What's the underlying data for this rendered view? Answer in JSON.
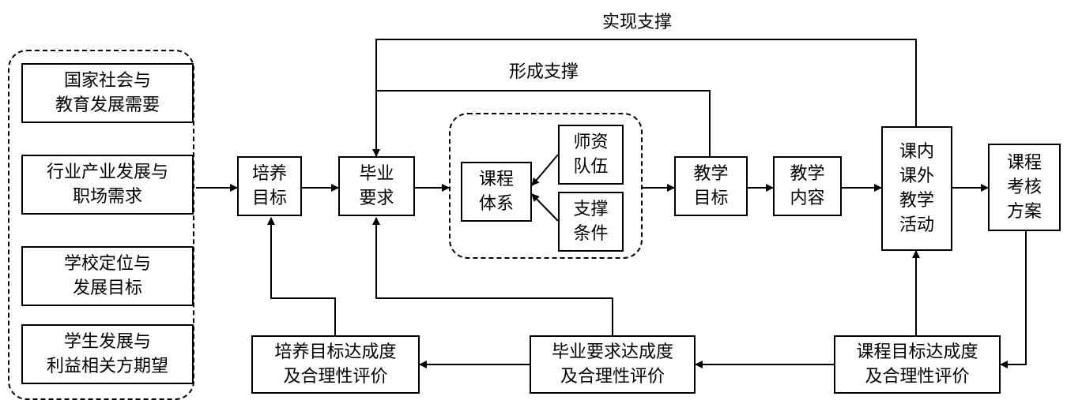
{
  "labels": {
    "realize_support": "实现支撑",
    "form_support": "形成支撑"
  },
  "boxes": {
    "national_needs": "国家社会与\n教育发展需要",
    "industry_needs": "行业产业发展与\n职场需求",
    "school_positioning": "学校定位与\n发展目标",
    "student_expectations": "学生发展与\n利益相关方期望",
    "training_objectives": "培养\n目标",
    "graduation_requirements": "毕业\n要求",
    "curriculum_system": "课程\n体系",
    "faculty": "师资\n队伍",
    "support_conditions": "支撑\n条件",
    "teaching_objectives": "教学\n目标",
    "teaching_content": "教学\n内容",
    "teaching_activities": "课内\n课外\n教学\n活动",
    "assessment_plan": "课程\n考核\n方案",
    "training_eval": "培养目标达成度\n及合理性评价",
    "graduation_eval": "毕业要求达成度\n及合理性评价",
    "course_eval": "课程目标达成度\n及合理性评价"
  }
}
